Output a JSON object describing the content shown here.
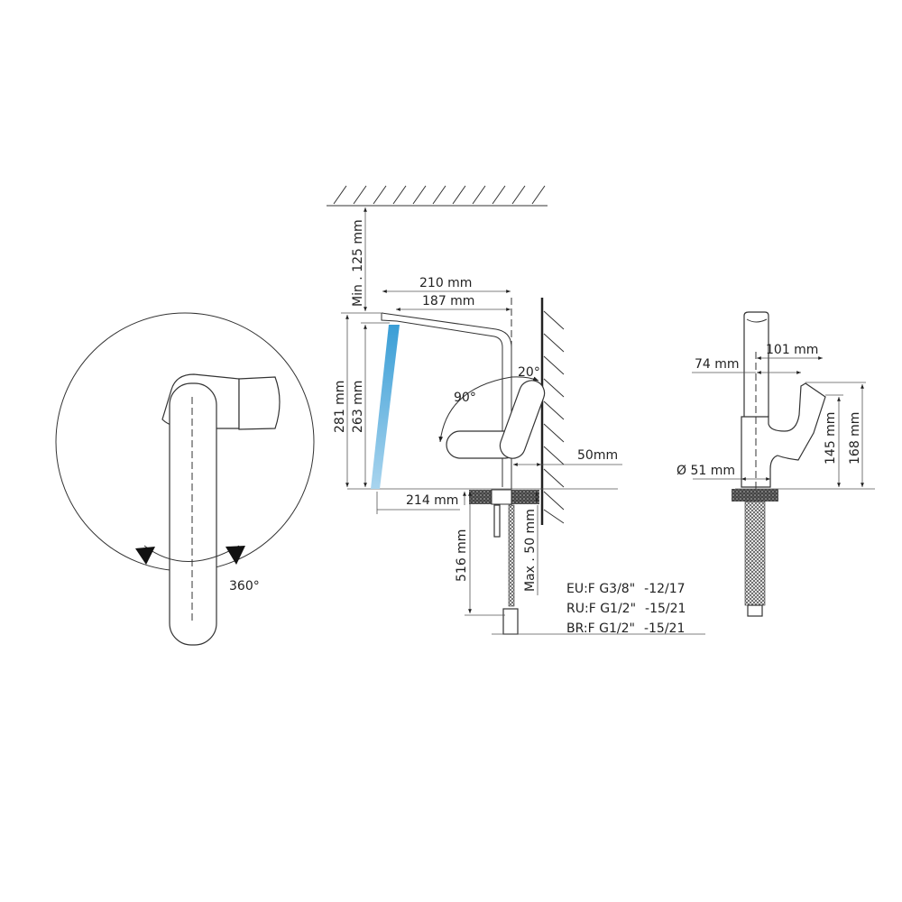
{
  "top_view": {
    "rotation_label": "360°"
  },
  "side_view": {
    "ceiling_clearance": "Min . 125 mm",
    "spout_reach_outer": "210 mm",
    "spout_reach_inner": "187 mm",
    "total_height": "281 mm",
    "outlet_height": "263 mm",
    "handle_tilt": "20°",
    "handle_swing": "90°",
    "wall_clearance": "50mm",
    "spout_projection": "214 mm",
    "hose_length": "516 mm",
    "max_deck_thickness": "Max . 50 mm",
    "stream_color": "#4aa8d8"
  },
  "connections": [
    {
      "region": "EU:F G3/8\"",
      "size": "-12/17"
    },
    {
      "region": "RU:F G1/2\"",
      "size": "-15/21"
    },
    {
      "region": "BR:F G1/2\"",
      "size": "-15/21"
    }
  ],
  "front_view": {
    "handle_offset_inner": "74 mm",
    "handle_offset_outer": "101 mm",
    "base_diameter": "Ø 51 mm",
    "handle_height_low": "145 mm",
    "handle_height_high": "168 mm"
  }
}
